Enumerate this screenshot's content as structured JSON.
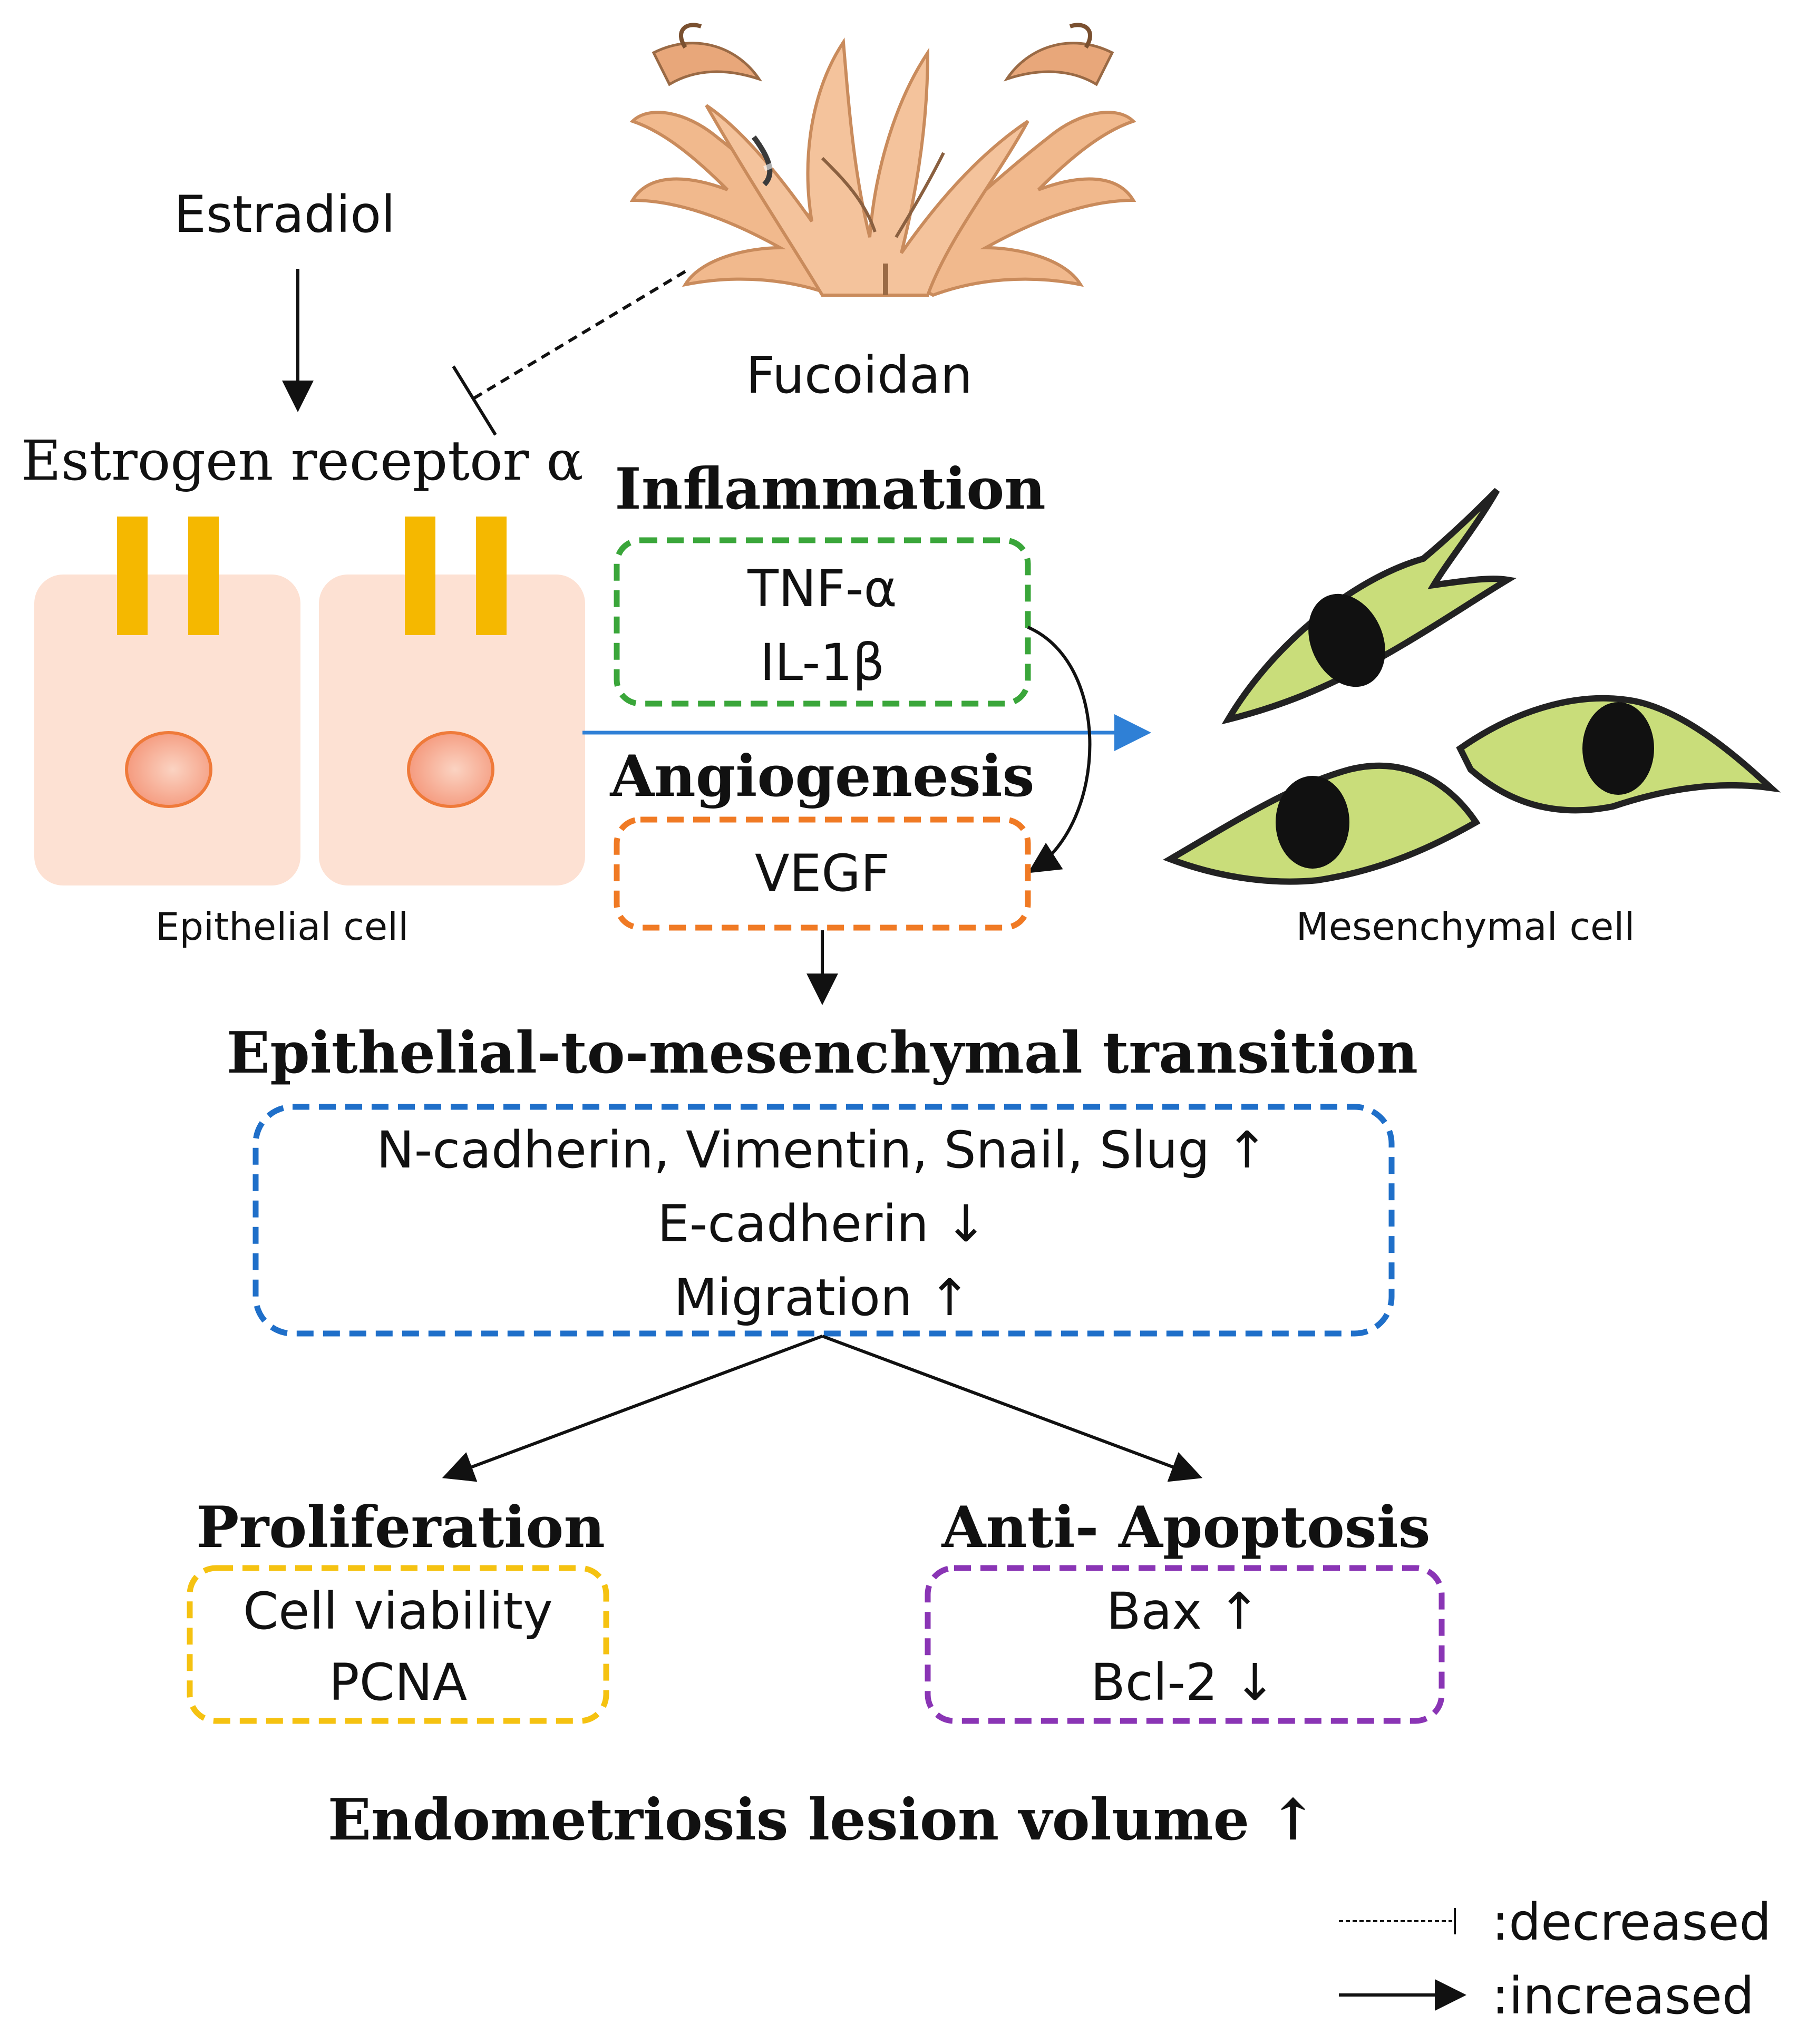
{
  "estradiol": "Estradiol",
  "fucoidan": "Fucoidan",
  "receptor": "Estrogen receptor α",
  "epithelial_label": "Epithelial cell",
  "mesenchymal_label": "Mesenchymal cell",
  "inflammation": {
    "title": "Inflammation",
    "items": [
      "TNF-α",
      "IL-1β"
    ],
    "color": "#3aa63a"
  },
  "angiogenesis": {
    "title": "Angiogenesis",
    "items": [
      "VEGF"
    ],
    "color": "#f07a24"
  },
  "emt": {
    "title": "Epithelial-to-mesenchymal transition",
    "items": [
      "N-cadherin, Vimentin, Snail, Slug ↑",
      "E-cadherin ↓",
      "Migration ↑"
    ],
    "color": "#1f6fc9"
  },
  "proliferation": {
    "title": "Proliferation",
    "items": [
      "Cell viability",
      "PCNA"
    ],
    "color": "#f5c211"
  },
  "apoptosis": {
    "title": "Anti- Apoptosis",
    "items": [
      "Bax ↑",
      "Bcl-2 ↓"
    ],
    "color": "#8a35b5"
  },
  "outcome": "Endometriosis lesion volume ↑",
  "legend": {
    "decreased": ":decreased",
    "increased": ":increased"
  },
  "colors": {
    "cell_fill": "#fde1d3",
    "nucleus": "#f7a98a",
    "nucleus_stroke": "#ef7a3a",
    "receptor": "#f5b800",
    "mes_cell": "#c9dd7a",
    "mes_nucleus": "#111111",
    "transition_arrow": "#2f80d6",
    "seaweed": "#f1b98d"
  }
}
